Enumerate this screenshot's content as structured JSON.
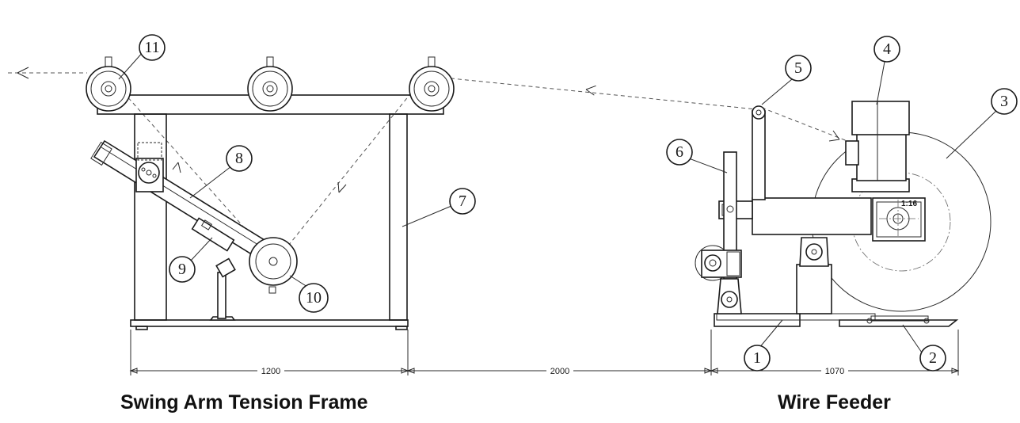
{
  "callouts": {
    "c1": "1",
    "c2": "2",
    "c3": "3",
    "c4": "4",
    "c5": "5",
    "c6": "6",
    "c7": "7",
    "c8": "8",
    "c9": "9",
    "c10": "10",
    "c11": "11"
  },
  "dimensions": {
    "frame_width": "1200",
    "gap": "2000",
    "feeder_width": "1070"
  },
  "motor_label": "1:16",
  "captions": {
    "left": "Swing Arm Tension Frame",
    "right": "Wire Feeder"
  }
}
